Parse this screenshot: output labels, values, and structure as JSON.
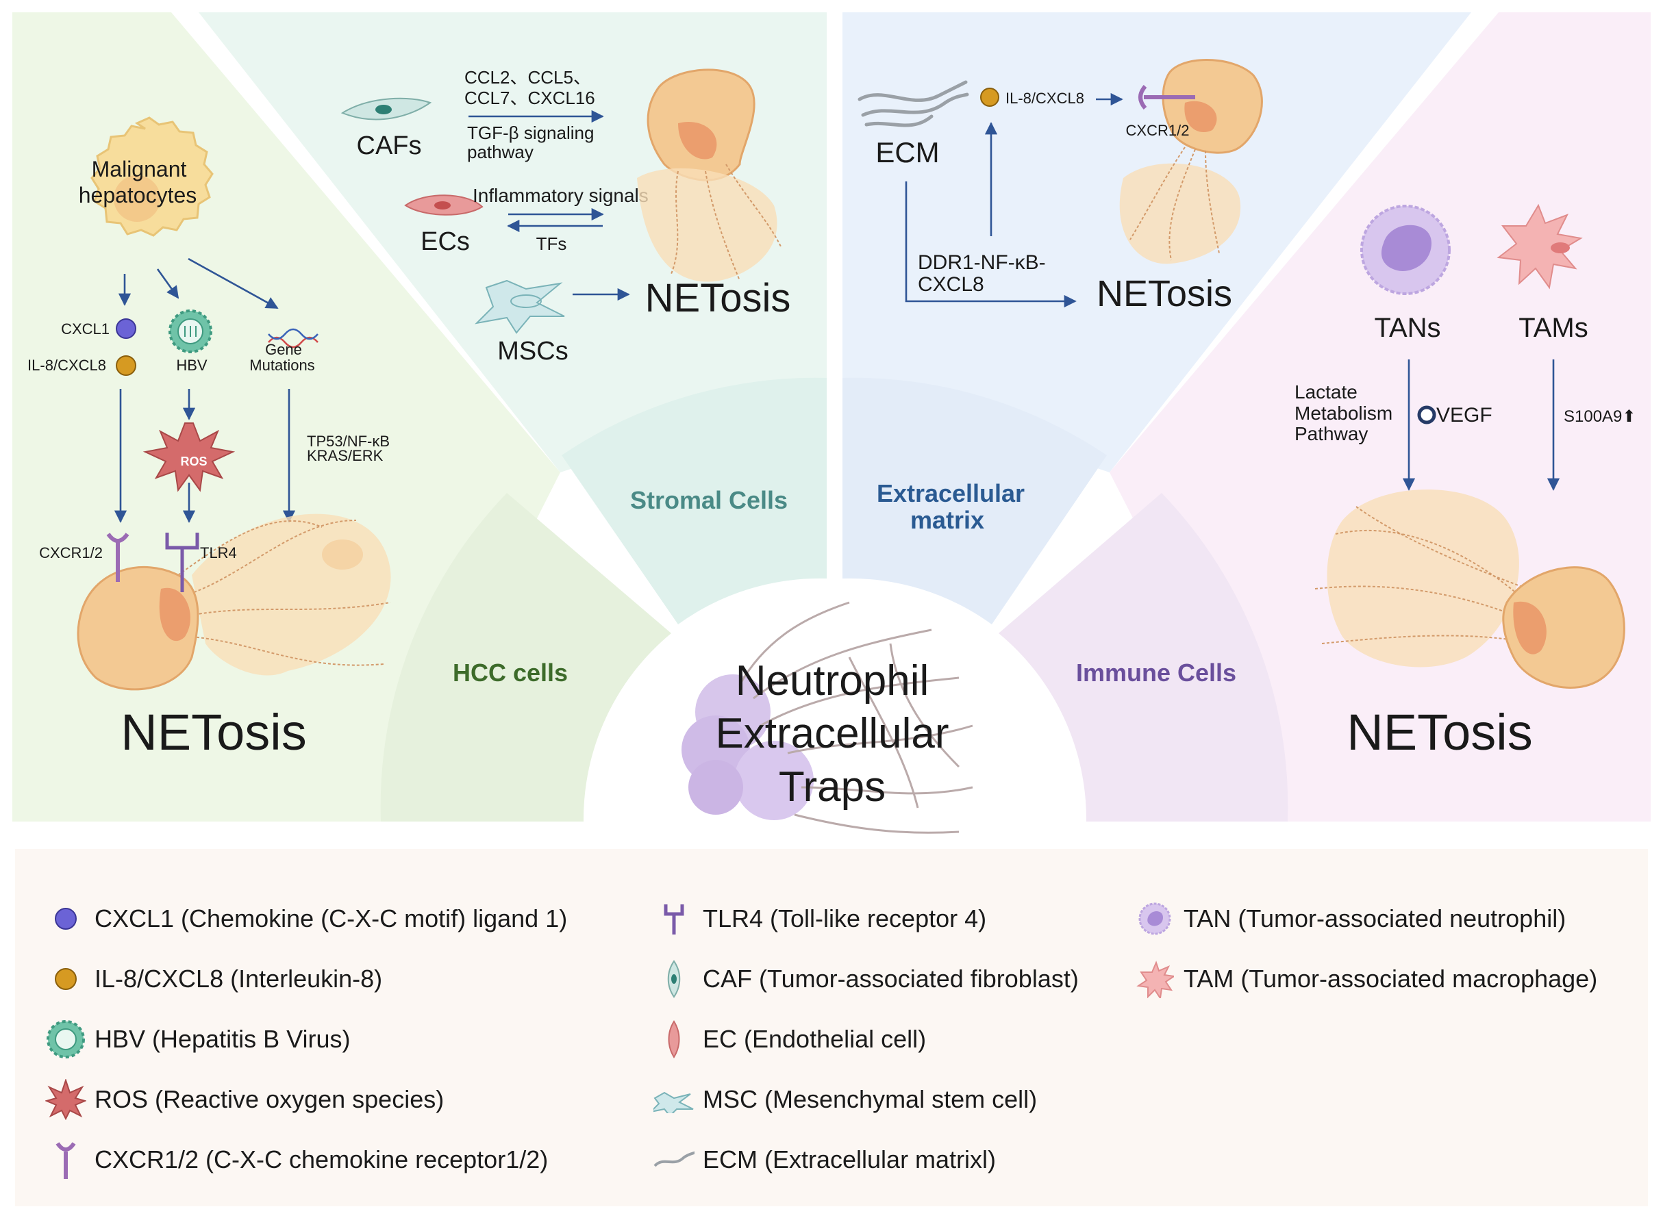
{
  "panels": {
    "hcc": {
      "malignant": "Malignant",
      "hepatocytes": "hepatocytes",
      "cxcl1": "CXCL1",
      "il8": "IL-8/CXCL8",
      "hbv": "HBV",
      "gene": "Gene",
      "mutations": "Mutations",
      "pathway_line1": "TP53/NF-κB",
      "pathway_line2": "KRAS/ERK",
      "ros": "ROS",
      "cxcr": "CXCR1/2",
      "tlr4": "TLR4",
      "netosis": "NETosis"
    },
    "stromal": {
      "cafs": "CAFs",
      "chem_line1": "CCL2、CCL5、",
      "chem_line2": "CCL7、CXCL16",
      "tgf_line1": "TGF-β signaling",
      "tgf_line2": "pathway",
      "ecs": "ECs",
      "inflammatory": "Inflammatory signals",
      "tfs": "TFs",
      "mscs": "MSCs",
      "netosis": "NETosis"
    },
    "ecm": {
      "ecm": "ECM",
      "il8": "IL-8/CXCL8",
      "cxcr": "CXCR1/2",
      "path_line1": "DDR1-NF-κB-",
      "path_line2": "CXCL8",
      "netosis": "NETosis"
    },
    "immune": {
      "tans": "TANs",
      "tams": "TAMs",
      "lactate_line1": "Lactate",
      "lactate_line2": "Metabolism",
      "lactate_line3": "Pathway",
      "vegf": "VEGF",
      "s100": "S100A9⬆",
      "netosis": "NETosis"
    }
  },
  "center": {
    "hcc_cells": "HCC cells",
    "stromal_cells": "Stromal Cells",
    "ecm_line1": "Extracellular",
    "ecm_line2": "matrix",
    "immune_cells": "Immune Cells",
    "net_line1": "Neutrophil",
    "net_line2": "Extracellular",
    "net_line3": "Traps"
  },
  "legend": {
    "col1": [
      {
        "icon": "cxcl1-dot-icon",
        "text": "CXCL1 (Chemokine (C-X-C motif) ligand 1)"
      },
      {
        "icon": "il8-dot-icon",
        "text": "IL-8/CXCL8 (Interleukin-8)"
      },
      {
        "icon": "hbv-virus-icon",
        "text": "HBV (Hepatitis B Virus)"
      },
      {
        "icon": "ros-burst-icon",
        "text": "ROS (Reactive oxygen species)"
      },
      {
        "icon": "cxcr-receptor-icon",
        "text": "CXCR1/2 (C-X-C chemokine receptor1/2)"
      }
    ],
    "col2": [
      {
        "icon": "tlr4-receptor-icon",
        "text": "TLR4 (Toll-like receptor 4)"
      },
      {
        "icon": "caf-cell-icon",
        "text": "CAF (Tumor-associated fibroblast)"
      },
      {
        "icon": "ec-cell-icon",
        "text": "EC (Endothelial cell)"
      },
      {
        "icon": "msc-cell-icon",
        "text": "MSC (Mesenchymal stem cell)"
      },
      {
        "icon": "ecm-fiber-icon",
        "text": "ECM (Extracellular matrixl)"
      }
    ],
    "col3": [
      {
        "icon": "tan-cell-icon",
        "text": "TAN (Tumor-associated neutrophil)"
      },
      {
        "icon": "tam-cell-icon",
        "text": "TAM (Tumor-associated macrophage)"
      }
    ]
  },
  "colors": {
    "hcc_bg": "#eef7e6",
    "stromal_bg": "#eaf6f1",
    "ecm_bg": "#e9f1fb",
    "immune_bg": "#faeef8",
    "arrow": "#2f5596",
    "hcc_text": "#3d6b2a",
    "stromal_text": "#4a8a86",
    "ecm_text": "#2a5a92",
    "immune_text": "#6a4f9c",
    "cxcl1": "#6b63d6",
    "il8": "#d69a22"
  }
}
